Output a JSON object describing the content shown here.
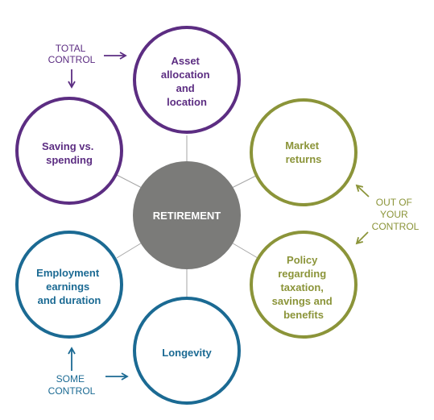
{
  "colors": {
    "purple": "#5c2d82",
    "olive": "#8b9439",
    "blue": "#1b6a93",
    "center": "#7b7b79",
    "spoke": "#a6a6a6"
  },
  "center": {
    "label": "RETIREMENT"
  },
  "nodes": [
    {
      "lines": [
        "Asset",
        "allocation",
        "and",
        "location"
      ],
      "group": "purple"
    },
    {
      "lines": [
        "Market",
        "returns"
      ],
      "group": "olive"
    },
    {
      "lines": [
        "Policy",
        "regarding",
        "taxation,",
        "savings and",
        "benefits"
      ],
      "group": "olive"
    },
    {
      "lines": [
        "Longevity"
      ],
      "group": "blue"
    },
    {
      "lines": [
        "Employment",
        "earnings",
        "and duration"
      ],
      "group": "blue"
    },
    {
      "lines": [
        "Saving vs.",
        "spending"
      ],
      "group": "purple"
    }
  ],
  "notes": {
    "total_control": {
      "lines": [
        "TOTAL",
        "CONTROL"
      ],
      "group": "purple"
    },
    "out_of_control": {
      "lines": [
        "OUT OF",
        "YOUR",
        "CONTROL"
      ],
      "group": "olive"
    },
    "some_control": {
      "lines": [
        "SOME",
        "CONTROL"
      ],
      "group": "blue"
    }
  }
}
